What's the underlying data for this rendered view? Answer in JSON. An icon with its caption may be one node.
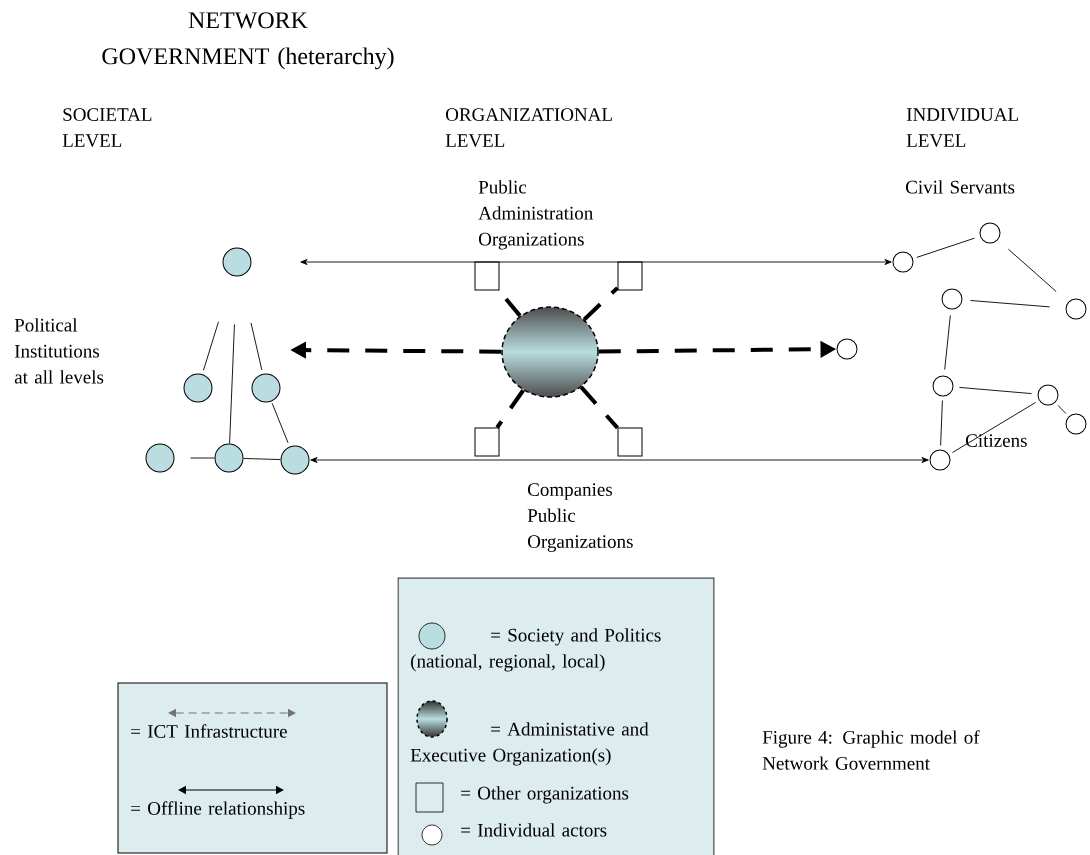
{
  "diagram": {
    "title": "NETWORK GOVERNMENT (heterarchy)",
    "caption": "Figure 4: Graphic model of Network Government",
    "nodes": [
      {
        "text": [],
        "shape": "circle"
      },
      {
        "text": [],
        "shape": "circle"
      },
      {
        "text": [],
        "shape": "circle"
      },
      {
        "text": [],
        "shape": "circle"
      },
      {
        "text": [],
        "shape": "circle"
      },
      {
        "text": [],
        "shape": "circle"
      },
      {
        "text": [],
        "shape": "box"
      },
      {
        "text": [],
        "shape": "box"
      },
      {
        "text": [],
        "shape": "box"
      },
      {
        "text": [],
        "shape": "box"
      },
      {
        "text": [],
        "shape": "ellipse"
      },
      {
        "text": [],
        "shape": "circle"
      },
      {
        "text": [],
        "shape": "circle"
      },
      {
        "text": [],
        "shape": "circle"
      },
      {
        "text": [],
        "shape": "circle"
      },
      {
        "text": [],
        "shape": "circle"
      },
      {
        "text": [],
        "shape": "circle"
      },
      {
        "text": [],
        "shape": "circle"
      },
      {
        "text": [],
        "shape": "circle"
      },
      {
        "text": [],
        "shape": "circle"
      }
    ],
    "edges": [
      {
        "from": 0,
        "to": 12,
        "arrow": "both"
      },
      {
        "from": 5,
        "to": 19,
        "arrow": "both"
      },
      {
        "from": 10,
        "to": null,
        "arrow": "to",
        "style": "dashed"
      },
      {
        "from": 10,
        "to": 11,
        "arrow": "to",
        "style": "dashed"
      },
      {
        "from": 10,
        "to": 6,
        "arrow": "none",
        "style": "dashed"
      },
      {
        "from": 10,
        "to": 7,
        "arrow": "none",
        "style": "dashed"
      },
      {
        "from": 10,
        "to": 8,
        "arrow": "none",
        "style": "dashed"
      },
      {
        "from": 10,
        "to": 9,
        "arrow": "none",
        "style": "dashed"
      },
      {
        "from": 0,
        "to": 1,
        "arrow": "none"
      },
      {
        "from": 0,
        "to": 4,
        "arrow": "none"
      },
      {
        "from": 0,
        "to": 2,
        "arrow": "none"
      },
      {
        "from": 2,
        "to": 5,
        "arrow": "none"
      },
      {
        "from": 3,
        "to": 4,
        "arrow": "none"
      },
      {
        "from": 4,
        "to": 5,
        "arrow": "none"
      },
      {
        "from": 12,
        "to": 13,
        "arrow": "none"
      },
      {
        "from": 13,
        "to": 15,
        "arrow": "none"
      },
      {
        "from": 14,
        "to": 15,
        "arrow": "none"
      },
      {
        "from": 14,
        "to": 16,
        "arrow": "none"
      },
      {
        "from": 16,
        "to": 17,
        "arrow": "none"
      },
      {
        "from": 16,
        "to": 19,
        "arrow": "none"
      },
      {
        "from": 19,
        "to": 17,
        "arrow": "none"
      },
      {
        "from": 17,
        "to": 18,
        "arrow": "none"
      }
    ],
    "labels": [
      "SOCIETAL LEVEL",
      "ORGANIZATIONAL LEVEL",
      "INDIVIDUAL LEVEL",
      "Public Administration Organizations",
      "Civil Servants",
      "Political Institutions at all levels",
      "Citizens",
      "Companies Public Organizations"
    ],
    "legend": [
      {
        "text": "= ICT Infrastructure"
      },
      {
        "text": "= Offline relationships"
      },
      {
        "text": "= Society and Politics (national, regional, local)"
      },
      {
        "text": "= Administative and Executive Organization(s)"
      },
      {
        "text": "= Other organizations"
      },
      {
        "text": "= Individual actors"
      }
    ]
  }
}
